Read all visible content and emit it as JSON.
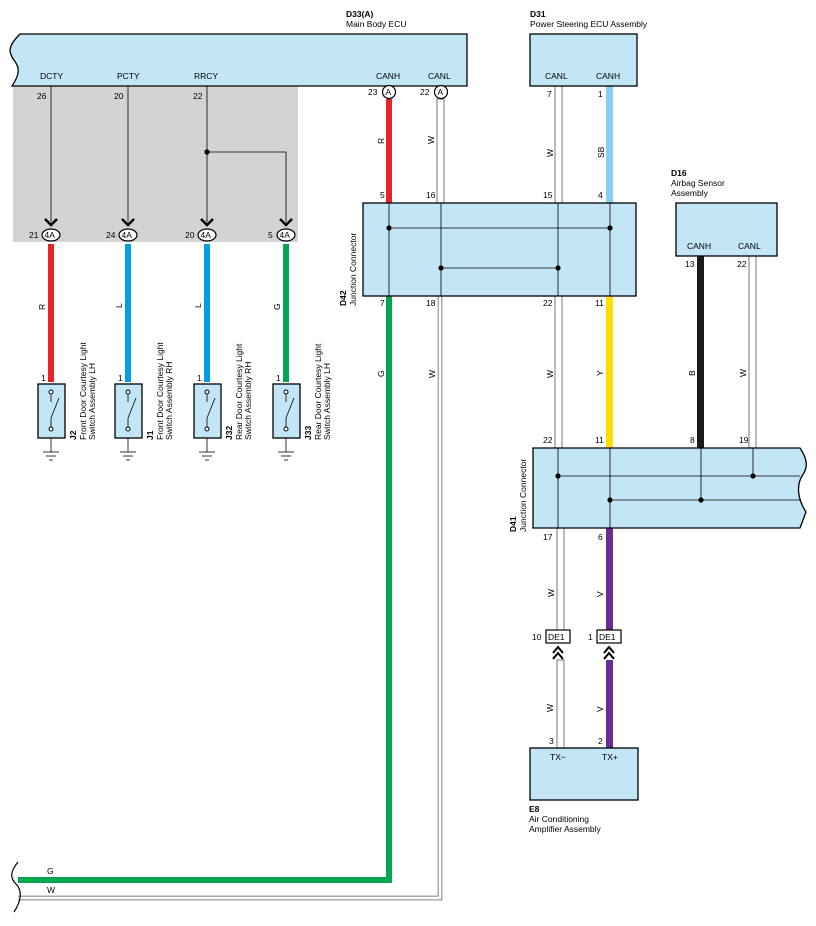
{
  "colors": {
    "R": "#e8232b",
    "L": "#009fe3",
    "G": "#00a650",
    "W": "#ffffff",
    "SB": "#87cff0",
    "Y": "#ffdd00",
    "B": "#1a1a1a",
    "V": "#6a2c91",
    "box_fill": "#c3e6f7",
    "shade": "#d3d3d3"
  },
  "components": {
    "d33": {
      "code": "D33(A)",
      "name": "Main Body ECU",
      "pins": [
        "DCTY",
        "PCTY",
        "RRCY",
        "CANH",
        "CANL"
      ],
      "pin_numbers": [
        "26",
        "20",
        "22",
        "23",
        "22"
      ],
      "connector": "A"
    },
    "d31": {
      "code": "D31",
      "name": "Power Steering ECU Assembly",
      "pins": [
        "CANL",
        "CANH"
      ],
      "pin_numbers": [
        "7",
        "1"
      ]
    },
    "d16": {
      "code": "D16",
      "name_line1": "Airbag Sensor",
      "name_line2": "Assembly",
      "pins": [
        "CANH",
        "CANL"
      ],
      "pin_numbers": [
        "13",
        "22"
      ]
    },
    "d42": {
      "code": "D42",
      "name": "Junction Connector",
      "top_pins": [
        "5",
        "16",
        "15",
        "4"
      ],
      "bottom_pins": [
        "7",
        "18",
        "22",
        "11"
      ]
    },
    "d41": {
      "code": "D41",
      "name": "Junction Connector",
      "top_pins": [
        "22",
        "11",
        "8",
        "19"
      ],
      "bottom_pins": [
        "17",
        "6"
      ]
    },
    "e8": {
      "code": "E8",
      "name_line1": "Air Conditioning",
      "name_line2": "Amplifier Assembly",
      "pins": [
        "TX−",
        "TX+"
      ],
      "pin_numbers": [
        "3",
        "2"
      ]
    }
  },
  "switches": [
    {
      "code": "J2",
      "line1": "Front Door Courtesy Light",
      "line2": "Switch Assembly LH",
      "pin": "1",
      "conn_pin": "21",
      "wire": "R"
    },
    {
      "code": "J1",
      "line1": "Front Door Courtesy Light",
      "line2": "Switch Assembly RH",
      "pin": "1",
      "conn_pin": "24",
      "wire": "L"
    },
    {
      "code": "J32",
      "line1": "Rear Door Courtesy Light",
      "line2": "Switch Assembly RH",
      "pin": "1",
      "conn_pin": "20",
      "wire": "L"
    },
    {
      "code": "J33",
      "line1": "Rear Door Courtesy Light",
      "line2": "Switch Assembly LH",
      "pin": "1",
      "conn_pin": "5",
      "wire": "G"
    }
  ],
  "inline_connector": "4A",
  "de_connector": "DE1",
  "de_pins": [
    "10",
    "1"
  ],
  "wire_labels": {
    "d33_canh": "R",
    "d33_canl": "W",
    "d31_canl": "W",
    "d31_canh": "SB",
    "d42_7": "G",
    "d42_18": "W",
    "d42_22": "W",
    "d42_11": "Y",
    "d16_canh": "B",
    "d16_canl": "W",
    "d41_17": "W",
    "d41_6": "V",
    "e8_3": "W",
    "e8_2": "V",
    "bottom_g": "G",
    "bottom_w": "W"
  }
}
